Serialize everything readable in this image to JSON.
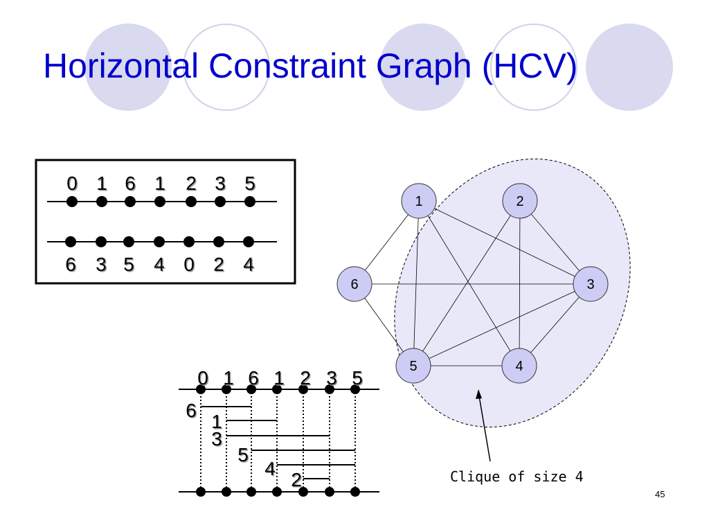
{
  "title": "Horizontal Constraint Graph (HCV)",
  "page_number": "45",
  "channel": {
    "top_terminals": [
      "0",
      "1",
      "6",
      "1",
      "2",
      "3",
      "5"
    ],
    "bottom_terminals": [
      "6",
      "3",
      "5",
      "4",
      "0",
      "2",
      "4"
    ]
  },
  "graph": {
    "nodes": [
      "1",
      "2",
      "3",
      "4",
      "5",
      "6"
    ],
    "edges": [
      [
        "1",
        "6"
      ],
      [
        "1",
        "5"
      ],
      [
        "1",
        "4"
      ],
      [
        "1",
        "3"
      ],
      [
        "2",
        "5"
      ],
      [
        "2",
        "4"
      ],
      [
        "2",
        "3"
      ],
      [
        "6",
        "3"
      ],
      [
        "6",
        "5"
      ],
      [
        "5",
        "4"
      ],
      [
        "5",
        "3"
      ],
      [
        "4",
        "3"
      ]
    ],
    "clique_caption": "Clique of size 4"
  },
  "intervals": {
    "column_labels": [
      "0",
      "1",
      "6",
      "1",
      "2",
      "3",
      "5"
    ],
    "net_labels": [
      "6",
      "1",
      "3",
      "5",
      "4",
      "2"
    ]
  },
  "colors": {
    "title": "#0000cc",
    "node_fill": "#ccccf4",
    "clique_fill": "#e8e8f8",
    "decoration": "#d9d9ef"
  }
}
